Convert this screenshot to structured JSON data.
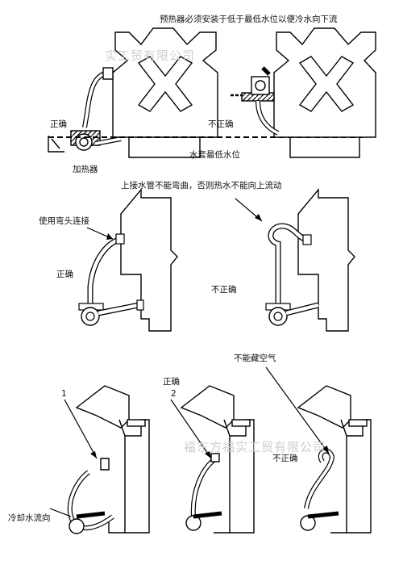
{
  "section1": {
    "heading": "预热器必须安装于低于最低水位以便冷水向下流",
    "correct": "正确",
    "incorrect": "不正确",
    "water_level": "水套最低水位",
    "heater": "加热器"
  },
  "section2": {
    "heading": "上接水管不能弯曲，否则热水不能向上流动",
    "elbow": "使用弯头连接",
    "correct": "正确",
    "incorrect": "不正确"
  },
  "section3": {
    "no_air": "不能藏空气",
    "correct": "正确",
    "num1": "1",
    "num2": "2",
    "incorrect": "不正确",
    "coolant_flow": "冷却水流向"
  },
  "watermarks": {
    "top": "实工贸有限公司",
    "bottom": "福东方福实工贸有限公司"
  }
}
